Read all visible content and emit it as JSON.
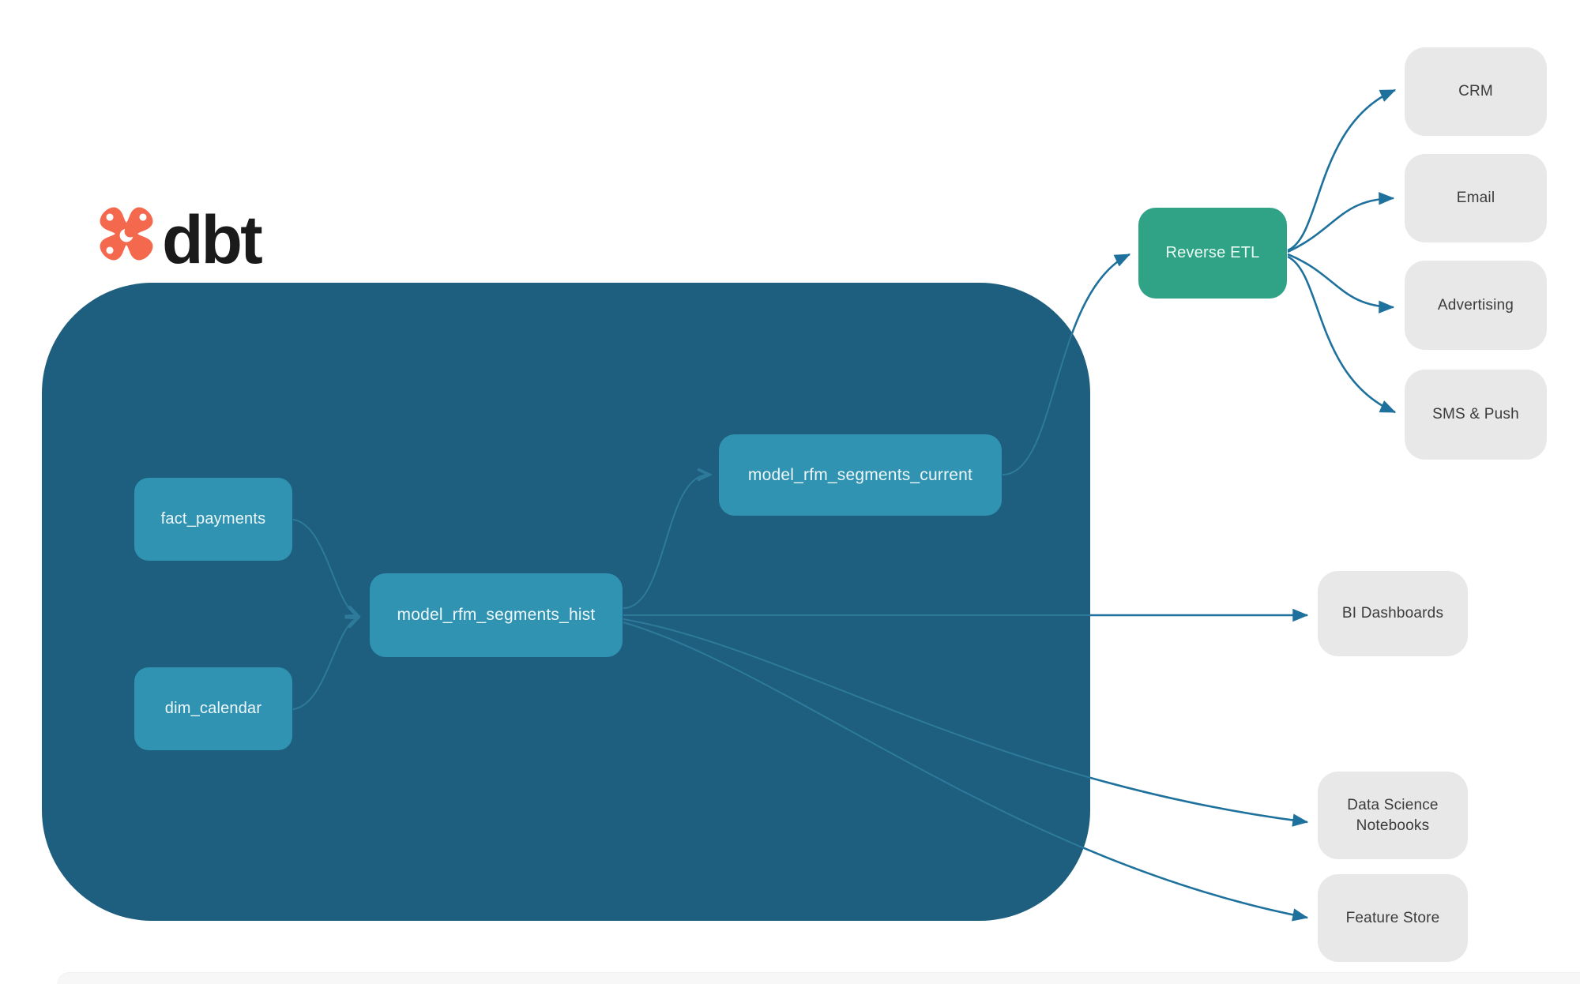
{
  "brand": {
    "wordmark": "dbt",
    "logo_icon": "dbt-star-icon"
  },
  "colors": {
    "background": "#ffffff",
    "warehouse_container": "#1e5e7e",
    "model_node": "#3193b2",
    "model_node_text": "#eef8fb",
    "reverse_etl_node": "#30a386",
    "reverse_etl_text": "#eafaf4",
    "destination_node": "#e8e8e8",
    "destination_text": "#3b3b3b",
    "edge_inside": "#2e7a9b",
    "edge_outside": "#1e719c",
    "logo_orange": "#f4694e",
    "wordmark_color": "#1a1a1a",
    "footer_band": "#f7f7f7"
  },
  "nodes": {
    "fact_payments": {
      "label": "fact_payments"
    },
    "dim_calendar": {
      "label": "dim_calendar"
    },
    "model_rfm_segments_hist": {
      "label": "model_rfm_segments_hist"
    },
    "model_rfm_segments_current": {
      "label": "model_rfm_segments_current"
    },
    "reverse_etl": {
      "label": "Reverse ETL"
    },
    "crm": {
      "label": "CRM"
    },
    "email": {
      "label": "Email"
    },
    "advertising": {
      "label": "Advertising"
    },
    "sms_push": {
      "label": "SMS & Push"
    },
    "bi_dashboards": {
      "label": "BI Dashboards"
    },
    "data_science_notebooks": {
      "label": "Data Science Notebooks"
    },
    "feature_store": {
      "label": "Feature Store"
    }
  },
  "connections": [
    {
      "from": "fact_payments",
      "to": "model_rfm_segments_hist"
    },
    {
      "from": "dim_calendar",
      "to": "model_rfm_segments_hist"
    },
    {
      "from": "model_rfm_segments_hist",
      "to": "model_rfm_segments_current"
    },
    {
      "from": "model_rfm_segments_hist",
      "to": "bi_dashboards"
    },
    {
      "from": "model_rfm_segments_hist",
      "to": "data_science_notebooks"
    },
    {
      "from": "model_rfm_segments_hist",
      "to": "feature_store"
    },
    {
      "from": "model_rfm_segments_current",
      "to": "reverse_etl"
    },
    {
      "from": "reverse_etl",
      "to": "crm"
    },
    {
      "from": "reverse_etl",
      "to": "email"
    },
    {
      "from": "reverse_etl",
      "to": "advertising"
    },
    {
      "from": "reverse_etl",
      "to": "sms_push"
    }
  ]
}
